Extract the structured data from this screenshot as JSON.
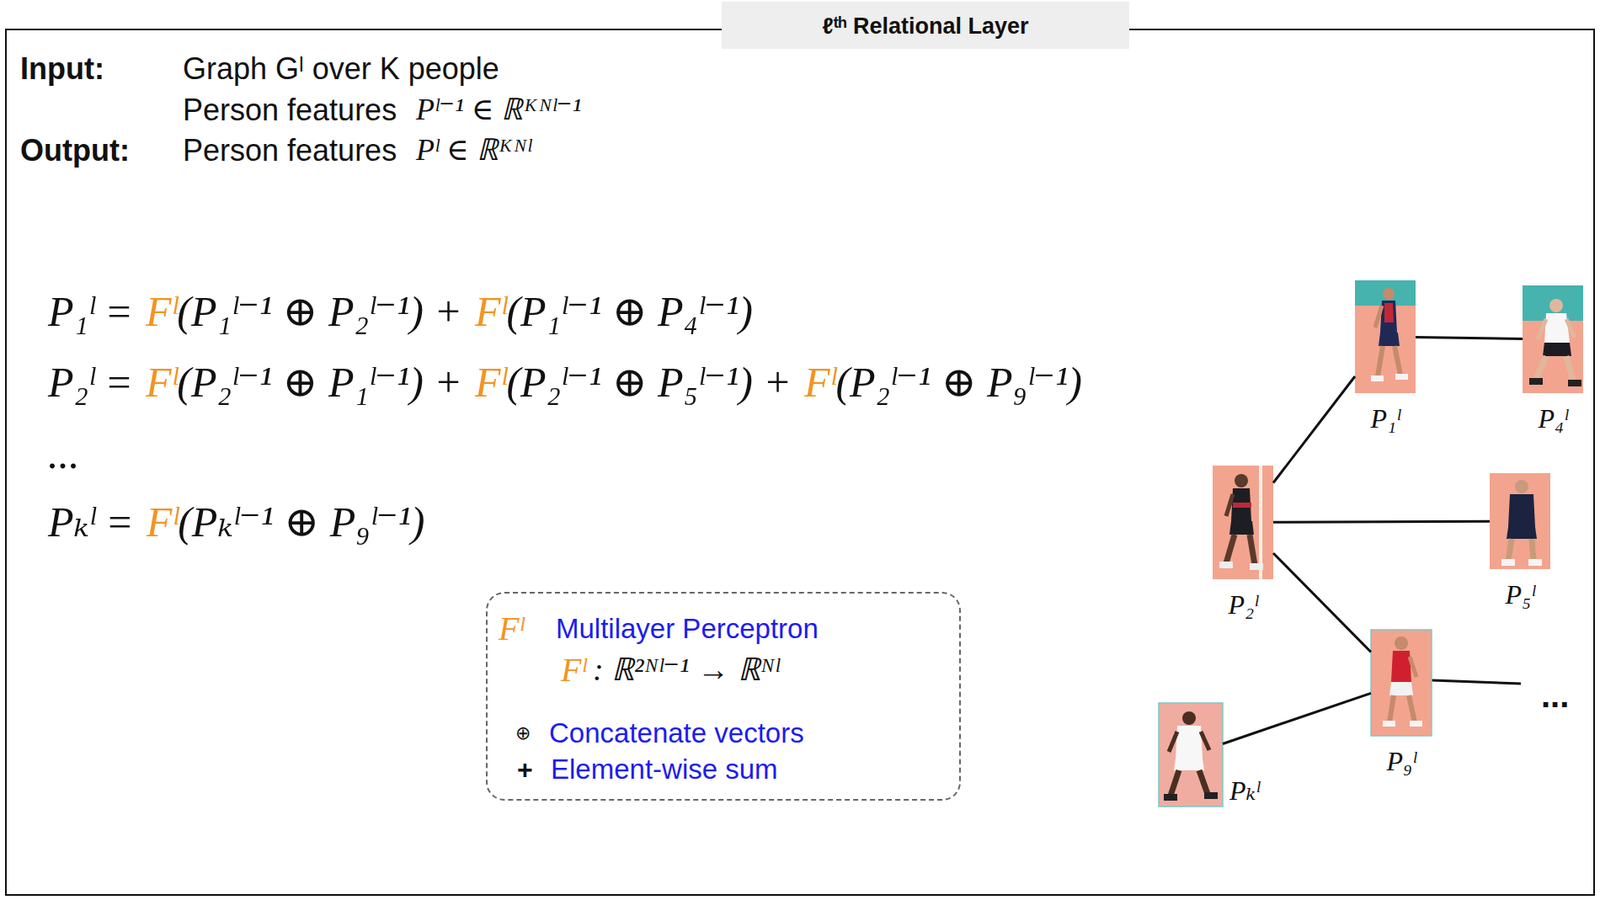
{
  "diagram": {
    "title": "ℓᵗʰ Relational Layer",
    "nodes": [
      {
        "text": [
          "Fˡ",
          "Multilayer Perceptron",
          "Fˡ",
          ": ℝ²ᴺˡ⁻¹ → ℝᴺˡ",
          "⊕",
          "Concatenate vectors",
          "+",
          "Element-wise sum"
        ]
      },
      {
        "text": [
          "P₁ˡ"
        ]
      },
      {
        "text": [
          "P₄ˡ"
        ]
      },
      {
        "text": [
          "P₂ˡ"
        ]
      },
      {
        "text": [
          "P₅ˡ"
        ]
      },
      {
        "text": [
          "P₉ˡ"
        ]
      },
      {
        "text": [
          "Pₖˡ"
        ]
      }
    ],
    "edges": [
      {
        "from": 1,
        "to": 2,
        "arrow": "none"
      },
      {
        "from": 3,
        "to": 1,
        "arrow": "none"
      },
      {
        "from": 3,
        "to": 4,
        "arrow": "none"
      },
      {
        "from": 3,
        "to": 5,
        "arrow": "none"
      },
      {
        "from": 5,
        "to": 6,
        "arrow": "none"
      }
    ],
    "labels": [
      "Input:",
      "Graph Gˡ over K people",
      "Person features",
      "Pˡ⁻¹ ∈ ℝᴷᴺˡ⁻¹",
      "Output:",
      "Person features",
      "Pˡ ∈ ℝᴷᴺˡ",
      "P₁ˡ =",
      "Fˡ",
      "(P₁ˡ⁻¹ ⊕ P₂ˡ⁻¹) +",
      "Fˡ",
      "(P₁ˡ⁻¹ ⊕ P₄ˡ⁻¹)",
      "P₂ˡ =",
      "Fˡ",
      "(P₂ˡ⁻¹ ⊕ P₁ˡ⁻¹) +",
      "Fˡ",
      "(P₂ˡ⁻¹ ⊕ P₅ˡ⁻¹) +",
      "Fˡ",
      "(P₂ˡ⁻¹ ⊕ P₉ˡ⁻¹)",
      "...",
      "Pₖˡ =",
      "Fˡ",
      "(Pₖˡ⁻¹ ⊕ P₉ˡ⁻¹)",
      "..."
    ]
  }
}
